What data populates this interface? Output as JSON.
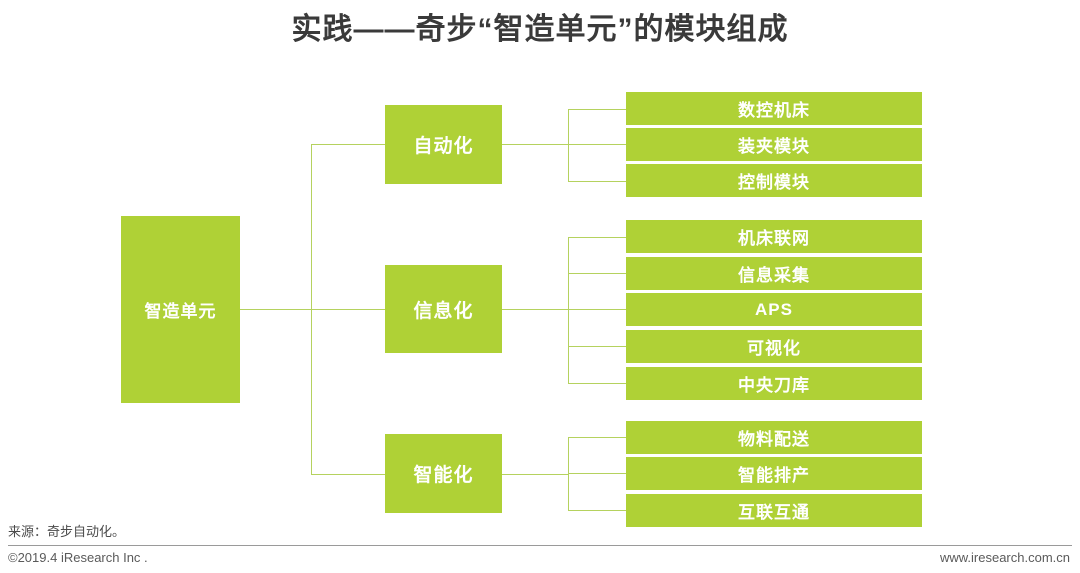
{
  "slide": {
    "title": "实践——奇步“智造单元”的模块组成",
    "accent_color": "#AFD136",
    "line_color": "#B5D25E",
    "title_color": "#3a3a3a",
    "background_color": "#ffffff"
  },
  "tree": {
    "root": {
      "label": "智造单元"
    },
    "branches": [
      {
        "label": "自动化",
        "leaves": [
          {
            "label": "数控机床"
          },
          {
            "label": "装夹模块"
          },
          {
            "label": "控制模块"
          }
        ]
      },
      {
        "label": "信息化",
        "leaves": [
          {
            "label": "机床联网"
          },
          {
            "label": "信息采集"
          },
          {
            "label": "APS"
          },
          {
            "label": "可视化"
          },
          {
            "label": "中央刀库"
          }
        ]
      },
      {
        "label": "智能化",
        "leaves": [
          {
            "label": "物料配送"
          },
          {
            "label": "智能排产"
          },
          {
            "label": "互联互通"
          }
        ]
      }
    ]
  },
  "footer": {
    "source": "来源：奇步自动化。",
    "copyright": "©2019.4 iResearch Inc .",
    "website": "www.iresearch.com.cn"
  }
}
